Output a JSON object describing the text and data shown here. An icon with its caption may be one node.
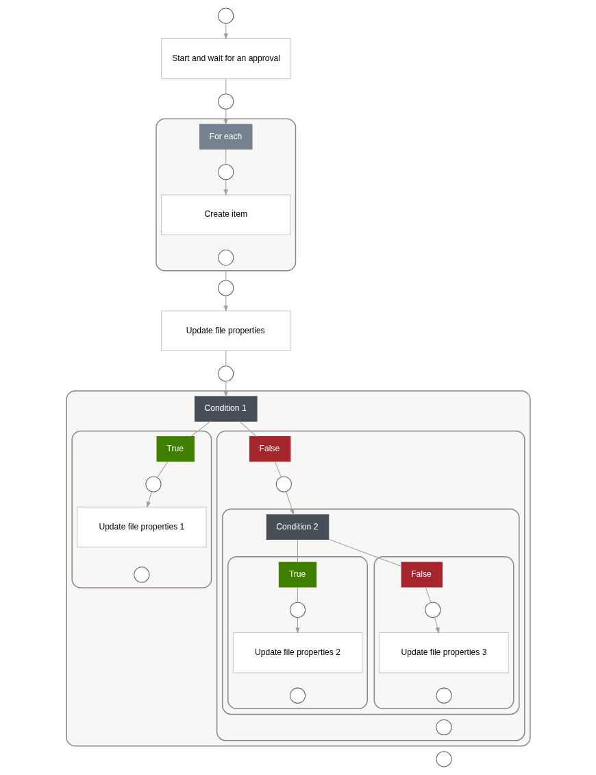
{
  "diagram": {
    "nodes": [
      {
        "text": [],
        "shape": "circle"
      },
      {
        "text": [
          "Start and wait for an approval"
        ]
      },
      {
        "text": [],
        "shape": "circle"
      },
      {
        "text": [
          "For each"
        ]
      },
      {
        "text": [],
        "shape": "circle",
        "in": 3
      },
      {
        "text": [
          "Create item"
        ],
        "in": 3
      },
      {
        "text": [],
        "shape": "circle",
        "in": 3
      },
      {
        "text": [],
        "shape": "circle"
      },
      {
        "text": [
          "Update file properties"
        ]
      },
      {
        "text": [],
        "shape": "circle"
      },
      {
        "text": [
          "Condition 1"
        ]
      },
      {
        "text": [
          "True"
        ],
        "in": 10
      },
      {
        "text": [],
        "shape": "circle",
        "in": 11
      },
      {
        "text": [
          "Update file properties 1"
        ],
        "in": 11
      },
      {
        "text": [],
        "shape": "circle",
        "in": 11
      },
      {
        "text": [
          "False"
        ],
        "in": 10
      },
      {
        "text": [],
        "shape": "circle",
        "in": 15
      },
      {
        "text": [
          "Condition 2"
        ],
        "in": 15
      },
      {
        "text": [
          "True"
        ],
        "in": 17
      },
      {
        "text": [],
        "shape": "circle",
        "in": 18
      },
      {
        "text": [
          "Update file properties 2"
        ],
        "in": 18
      },
      {
        "text": [],
        "shape": "circle",
        "in": 18
      },
      {
        "text": [
          "False"
        ],
        "in": 17
      },
      {
        "text": [],
        "shape": "circle",
        "in": 22
      },
      {
        "text": [
          "Update file properties 3"
        ],
        "in": 22
      },
      {
        "text": [],
        "shape": "circle",
        "in": 22
      },
      {
        "text": [],
        "shape": "circle",
        "in": 15
      },
      {
        "text": [],
        "shape": "circle"
      }
    ],
    "edges": [
      {
        "from": 0,
        "to": 1,
        "arrow": "to"
      },
      {
        "from": 1,
        "to": 2,
        "arrow": "none"
      },
      {
        "from": 2,
        "to": 3,
        "arrow": "to"
      },
      {
        "from": 3,
        "to": 4,
        "arrow": "none"
      },
      {
        "from": 4,
        "to": 5,
        "arrow": "to"
      },
      {
        "from": 3,
        "to": 7,
        "arrow": "none"
      },
      {
        "from": 7,
        "to": 8,
        "arrow": "to"
      },
      {
        "from": 8,
        "to": 9,
        "arrow": "none"
      },
      {
        "from": 9,
        "to": 10,
        "arrow": "to"
      },
      {
        "from": 10,
        "to": 11,
        "arrow": "none"
      },
      {
        "from": 10,
        "to": 15,
        "arrow": "none"
      },
      {
        "from": 11,
        "to": 12,
        "arrow": "none"
      },
      {
        "from": 12,
        "to": 13,
        "arrow": "to"
      },
      {
        "from": 15,
        "to": 16,
        "arrow": "none"
      },
      {
        "from": 16,
        "to": 17,
        "arrow": "to"
      },
      {
        "from": 17,
        "to": 18,
        "arrow": "none"
      },
      {
        "from": 17,
        "to": 22,
        "arrow": "none"
      },
      {
        "from": 18,
        "to": 19,
        "arrow": "none"
      },
      {
        "from": 19,
        "to": 20,
        "arrow": "to"
      },
      {
        "from": 22,
        "to": 23,
        "arrow": "none"
      },
      {
        "from": 23,
        "to": 24,
        "arrow": "to"
      }
    ]
  }
}
